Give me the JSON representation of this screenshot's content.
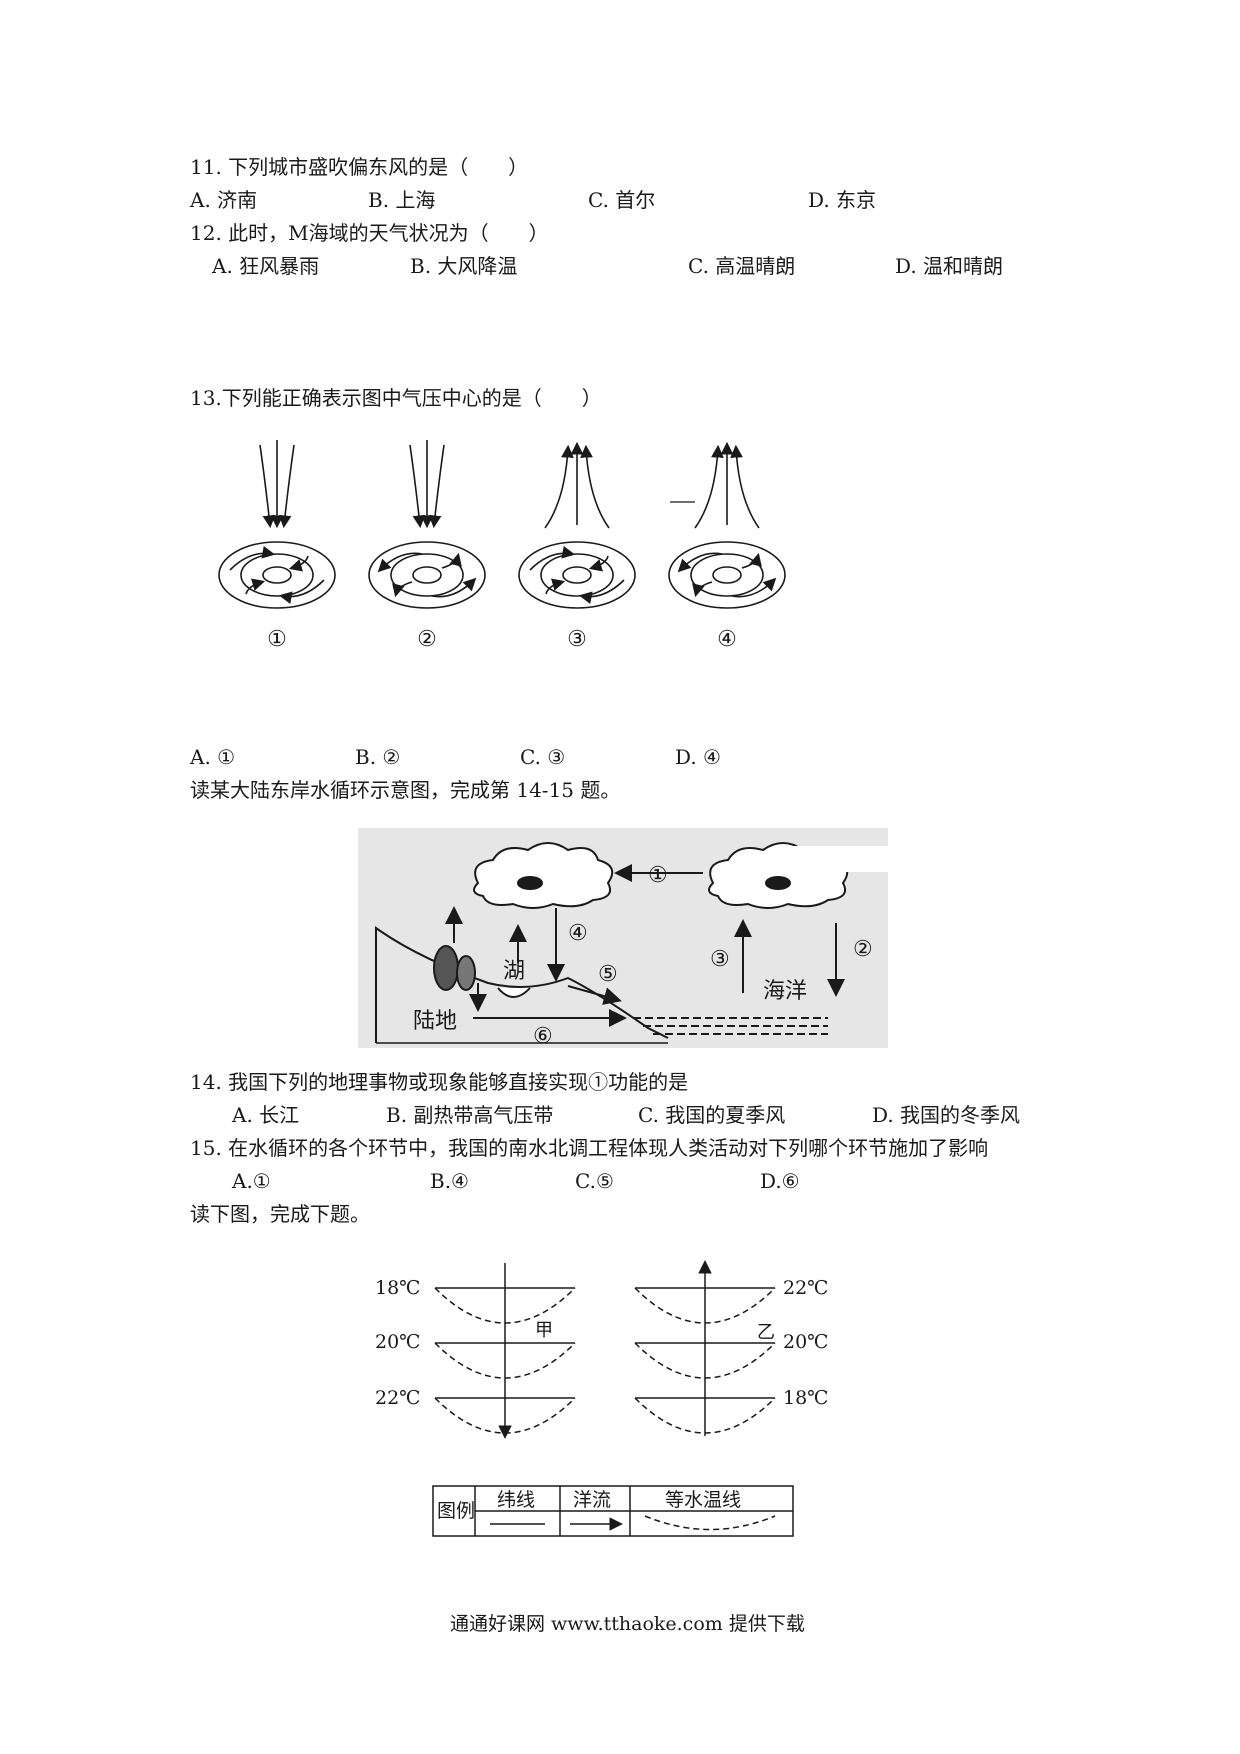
{
  "questions": {
    "q11": {
      "stem": "11. 下列城市盛吹偏东风的是（　　）",
      "options": [
        "A. 济南",
        "B. 上海",
        "C. 首尔",
        "D. 东京"
      ]
    },
    "q12": {
      "stem": "12. 此时，M海域的天气状况为（　　）",
      "options": [
        "A. 狂风暴雨",
        "B. 大风降温",
        "C. 高温晴朗",
        "D. 温和晴朗"
      ]
    },
    "q13": {
      "stem": "13.下列能正确表示图中气压中心的是（　　）",
      "figure_labels": [
        "①",
        "②",
        "③",
        "④"
      ],
      "options": [
        "A. ①",
        "B. ②",
        "C. ③",
        "D. ④"
      ]
    },
    "intro_14_15": "读某大陆东岸水循环示意图，完成第 14-15 题。",
    "water_cycle": {
      "labels": {
        "n1": "①",
        "n2": "②",
        "n3": "③",
        "n4": "④",
        "n5": "⑤",
        "n6": "⑥",
        "lake": "湖",
        "land": "陆地",
        "ocean": "海洋"
      }
    },
    "q14": {
      "stem": "14. 我国下列的地理事物或现象能够直接实现①功能的是",
      "options": [
        "A. 长江",
        "B. 副热带高气压带",
        "C. 我国的夏季风",
        "D. 我国的冬季风"
      ]
    },
    "q15": {
      "stem": "15. 在水循环的各个环节中，我国的南水北调工程体现人类活动对下列哪个环节施加了影响",
      "options": [
        "A.①",
        "B.④",
        "C.⑤",
        "D.⑥"
      ]
    },
    "intro_16": "读下图，完成下题。"
  },
  "isotherm_figure": {
    "left_labels": [
      "18℃",
      "20℃",
      "22℃"
    ],
    "right_labels": [
      "22℃",
      "20℃",
      "18℃"
    ],
    "marker_left": "甲",
    "marker_right": "乙",
    "legend": {
      "title": "图例",
      "headers": [
        "纬线",
        "洋流",
        "等水温线"
      ]
    }
  },
  "footer": "通通好课网 www.tthaoke.com 提供下载"
}
